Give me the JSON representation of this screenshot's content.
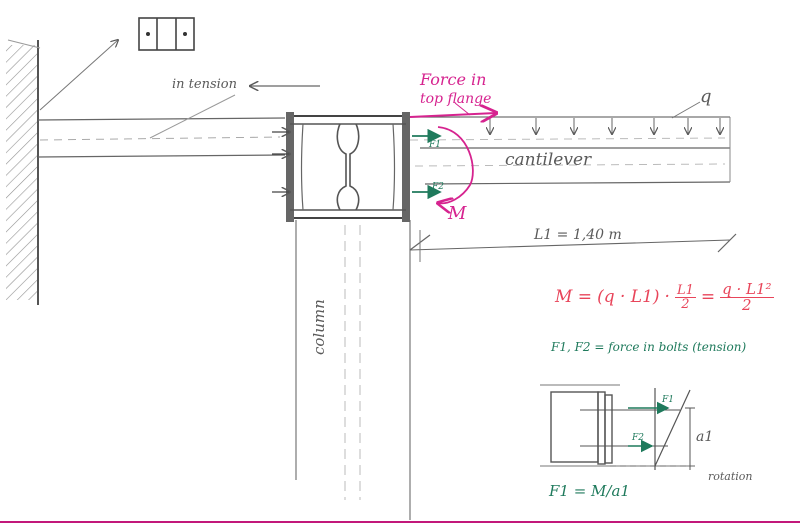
{
  "labels": {
    "tension": "in tension",
    "force_top_line1": "Force in",
    "force_top_line2": "top flange",
    "load": "q",
    "cantilever": "cantilever",
    "moment": "M",
    "f1": "F1",
    "f2": "F2",
    "length": "L1 = 1,40 m",
    "column": "column"
  },
  "formula": {
    "lhs": "M =",
    "paren": "(q · L1)",
    "dot": "·",
    "frac1_num": "L1",
    "frac1_den": "2",
    "eq": "=",
    "frac2_num": "q · L1²",
    "frac2_den": "2"
  },
  "note": "F1, F2 = force in bolts (tension)",
  "detail": {
    "f1": "F1",
    "f2": "F2",
    "a1": "a1",
    "rotation": "rotation",
    "formula": "F1 = M/a1"
  },
  "colors": {
    "pencil": "#5a5a5a",
    "magenta": "#d6238f",
    "green": "#1f7a5c",
    "red": "#e8455a"
  }
}
